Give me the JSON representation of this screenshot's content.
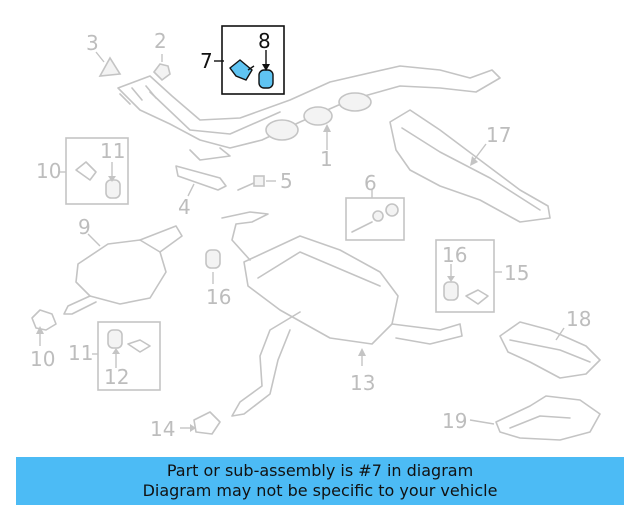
{
  "labels": {
    "p1": "1",
    "p2": "2",
    "p3": "3",
    "p4": "4",
    "p5": "5",
    "p6": "6",
    "p7": "7",
    "p8": "8",
    "p9": "9",
    "p10a": "10",
    "p10b": "10",
    "p11a": "11",
    "p11b": "11",
    "p12": "12",
    "p13": "13",
    "p14": "14",
    "p15": "15",
    "p16a": "16",
    "p16b": "16",
    "p17": "17",
    "p18": "18",
    "p19": "19"
  },
  "banner": {
    "line1": "Part or sub-assembly is #7 in diagram",
    "line2": "Diagram may not be specific to your vehicle"
  },
  "colors": {
    "banner": "#4cbbf5",
    "highlight_part": "#5fc4f2",
    "muted": "#bdbdbd"
  }
}
